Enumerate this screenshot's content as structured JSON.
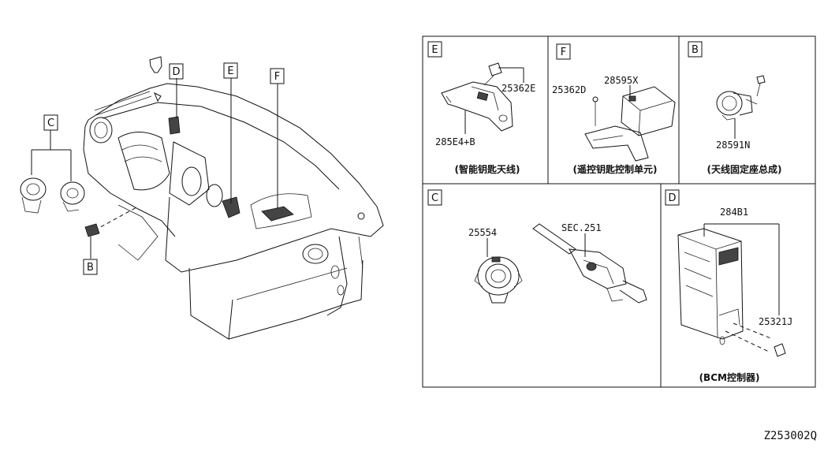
{
  "overview": {
    "callouts": [
      "C",
      "D",
      "E",
      "F",
      "B"
    ]
  },
  "panels": {
    "E": {
      "letter": "E",
      "parts": [
        "25362E",
        "285E4+B"
      ],
      "caption": "(智能钥匙天线)"
    },
    "F": {
      "letter": "F",
      "parts": [
        "25362D",
        "28595X"
      ],
      "caption": "(遥控钥匙控制单元)"
    },
    "B": {
      "letter": "B",
      "parts": [
        "28591N"
      ],
      "caption": "(天线固定座总成)"
    },
    "C": {
      "letter": "C",
      "parts": [
        "25554",
        "SEC.251"
      ],
      "caption": ""
    },
    "D": {
      "letter": "D",
      "parts": [
        "284B1",
        "25321J"
      ],
      "caption": "(BCM控制器)"
    }
  },
  "diagram_id": "Z253002Q"
}
